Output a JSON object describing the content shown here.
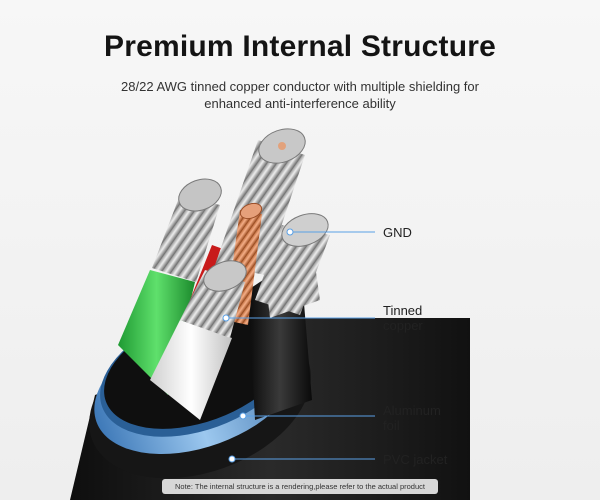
{
  "header": {
    "title": "Premium Internal Structure",
    "subtitle": "28/22 AWG tinned copper conductor with multiple shielding for enhanced anti-interference ability"
  },
  "callouts": [
    {
      "label": "GND"
    },
    {
      "label": "Tinned\ncopper"
    },
    {
      "label": "Aluminum\nfoil"
    },
    {
      "label": "PVC jacket"
    }
  ],
  "footer": {
    "note": "Note: The internal structure is a rendering,please refer to the actual product"
  },
  "colors": {
    "background": "#f2f2f2",
    "callout_line": "#5aa0e6",
    "jacket": "#1c1c1c",
    "foil": "#6fa8dc",
    "wire_green": "#39c24a",
    "wire_red": "#d02020",
    "wire_white": "#f5f5f5",
    "wire_black": "#181818",
    "conductor": "#c8c8c8",
    "copper": "#e08a5a"
  }
}
